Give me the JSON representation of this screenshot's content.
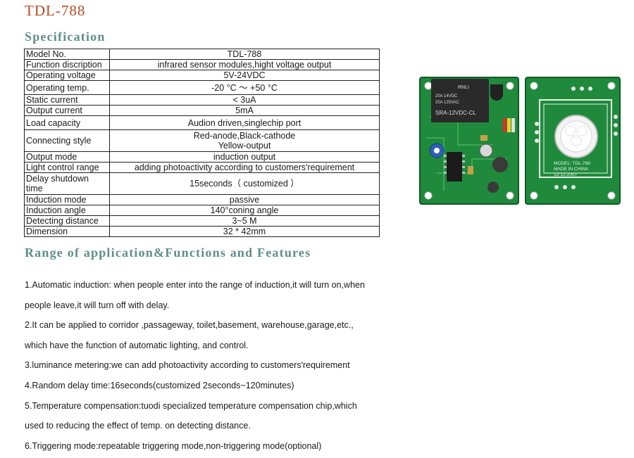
{
  "title": "TDL-788",
  "spec_heading": "Specification",
  "spec_rows": [
    {
      "k": "Model No.",
      "v": "TDL-788"
    },
    {
      "k": "Function discription",
      "v": "infrared sensor modules,hight voltage output"
    },
    {
      "k": "Operating voltage",
      "v": "5V-24VDC"
    },
    {
      "k": "Operating temp.",
      "v": "-20 °C ～ +50 °C"
    },
    {
      "k": "Static current",
      "v": "< 3uA"
    },
    {
      "k": "Output current",
      "v": "5mA"
    },
    {
      "k": "Load capacity",
      "v": "Audion driven,singlechip port"
    },
    {
      "k": "Connecting style",
      "v": "Red-anode,Black-cathode",
      "v2": "Yellow-output"
    },
    {
      "k": "Output mode",
      "v": "induction output"
    },
    {
      "k": "Light control range",
      "v": "adding photoactivity according to customers'requirement"
    },
    {
      "k": "Delay shutdown time",
      "v": "15seconds（ customized ）"
    },
    {
      "k": "Induction mode",
      "v": "passive"
    },
    {
      "k": "Induction angle",
      "v": "140°coning angle"
    },
    {
      "k": "Detecting distance",
      "v": "3~5 M"
    },
    {
      "k": "Dimension",
      "v": "32 * 42mm"
    }
  ],
  "range_heading": "Range of application&Functions and Features",
  "features": [
    "1.Automatic induction: when people enter into the range of induction,it will turn on,when",
    "people leave,it will turn off with delay.",
    "2.It can be applied to corridor ,passageway, toilet,basement, warehouse,garage,etc.,",
    "which have the function of automatic lighting, and control.",
    "3.luminance metering:we can add photoactivity according to customers'requirement",
    "4.Random delay time:16seconds(customized 2seconds~120minutes)",
    "5.Temperature compensation:tuodi specialized temperature compensation chip,which",
    "used to reducing the effect of temp. on detecting distance.",
    "6.Triggering mode:repeatable triggering mode,non-triggering mode(optional)"
  ],
  "photo": {
    "relay_lines": [
      "20A 14VDC",
      "20A 125VAC"
    ],
    "relay_brand": "RNLI",
    "relay_model": "SRA-12VDC-CL",
    "board_marking": [
      "MODEL: TDL-788",
      "MADE IN CHINA",
      "12-12-2007"
    ],
    "board_color": "#1f8a3c",
    "relay_color": "#2a2a2a"
  }
}
